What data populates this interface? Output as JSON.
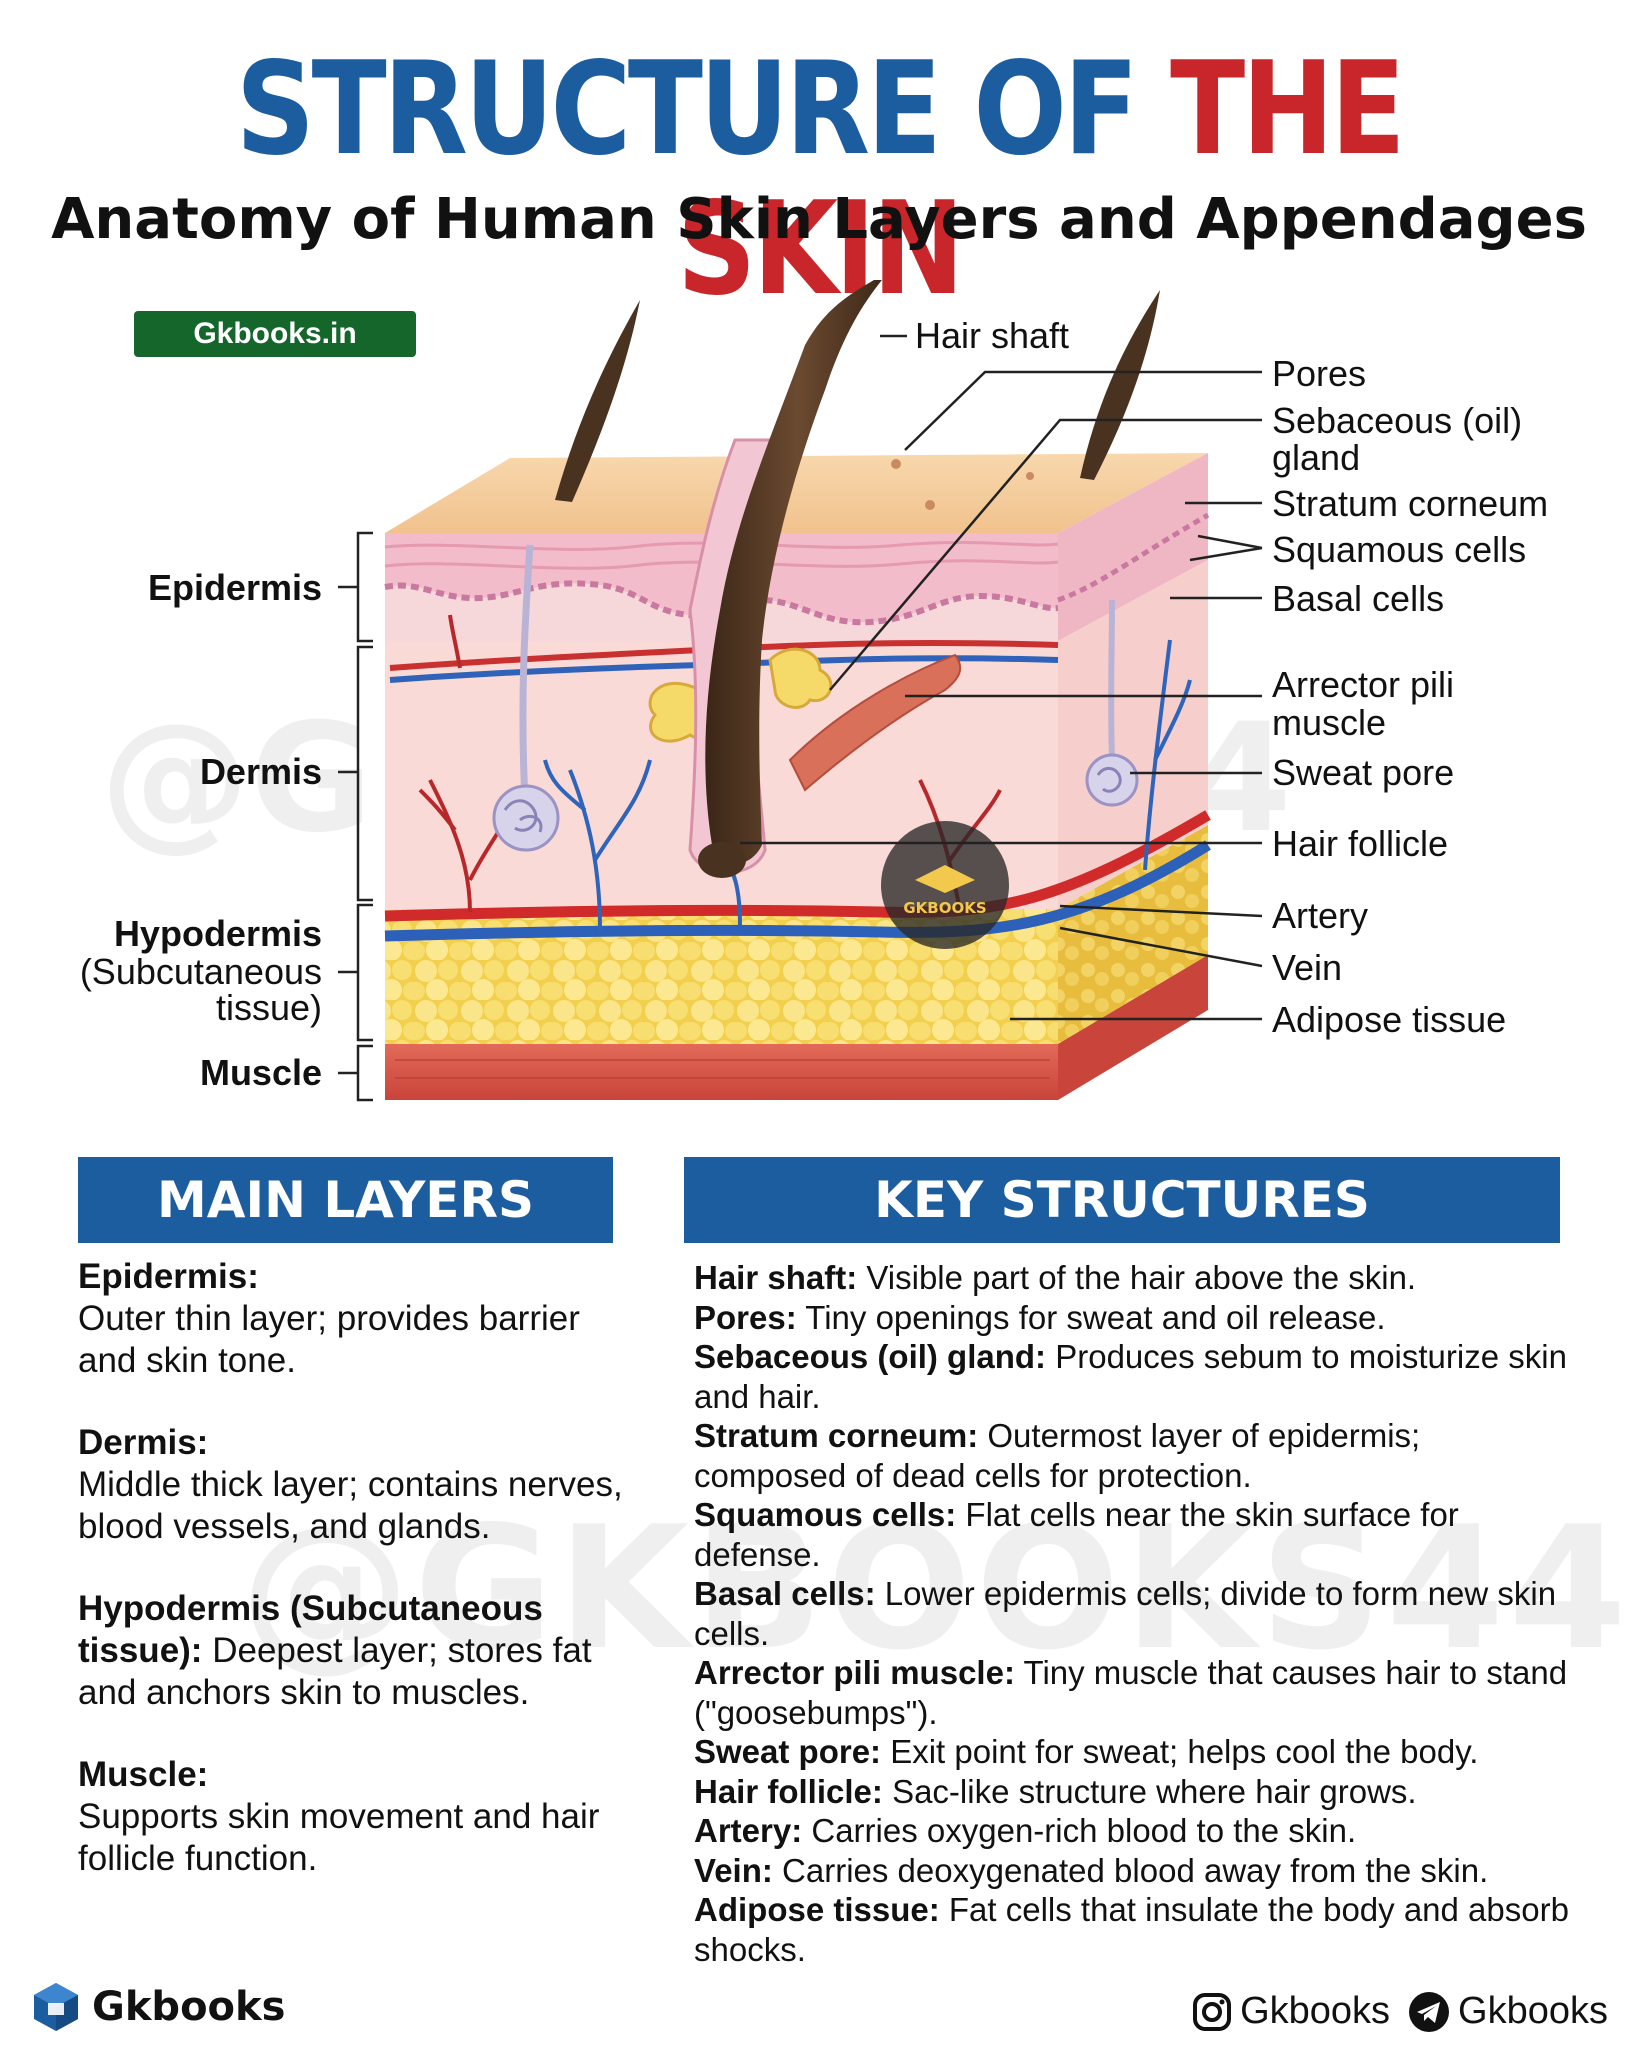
{
  "header": {
    "title_part1": "STRUCTURE OF",
    "title_part2": "THE SKIN",
    "subtitle": "Anatomy of Human Skin Layers and Appendages",
    "badge": "Gkbooks.in",
    "watermark": "@GKBOOKS44",
    "center_logo_text": "GKBOOKS"
  },
  "diagram": {
    "left_labels": {
      "epidermis": "Epidermis",
      "dermis": "Dermis",
      "hypodermis_line1": "Hypodermis",
      "hypodermis_line2": "(Subcutaneous",
      "hypodermis_line3": "tissue)",
      "muscle": "Muscle"
    },
    "right_labels": {
      "hair_shaft": "Hair shaft",
      "pores": "Pores",
      "sebaceous_line1": "Sebaceous (oil)",
      "sebaceous_line2": "gland",
      "stratum_corneum": "Stratum corneum",
      "squamous_cells": "Squamous cells",
      "basal_cells": "Basal cells",
      "arrector_line1": "Arrector pili",
      "arrector_line2": "muscle",
      "sweat_pore": "Sweat pore",
      "hair_follicle": "Hair follicle",
      "artery": "Artery",
      "vein": "Vein",
      "adipose_tissue": "Adipose tissue"
    },
    "colors": {
      "skin_surface": "#f6cfa1",
      "epidermis": "#f0b9c6",
      "dermis": "#f9d9d6",
      "adipose": "#f6dc6a",
      "muscle": "#d95345",
      "artery": "#d12a2a",
      "vein": "#2d60b8",
      "hair": "#4a3220"
    }
  },
  "main_layers": {
    "header": "MAIN LAYERS",
    "items": [
      {
        "name": "Epidermis:",
        "desc": "Outer thin layer; provides barrier and skin tone."
      },
      {
        "name": "Dermis:",
        "desc": "Middle thick layer; contains nerves, blood vessels, and glands."
      },
      {
        "name": "Hypodermis (Subcutaneous tissue):",
        "desc": "Deepest layer; stores fat and anchors skin to muscles."
      },
      {
        "name": "Muscle:",
        "desc": "Supports skin movement and hair follicle function."
      }
    ]
  },
  "key_structures": {
    "header": "KEY STRUCTURES",
    "items": [
      {
        "name": "Hair shaft:",
        "desc": "Visible part of the hair above the skin."
      },
      {
        "name": "Pores:",
        "desc": "Tiny openings for sweat and oil release."
      },
      {
        "name": "Sebaceous (oil) gland:",
        "desc": "Produces sebum to moisturize skin and hair."
      },
      {
        "name": "Stratum corneum:",
        "desc": "Outermost layer of epidermis; composed of dead cells for protection."
      },
      {
        "name": "Squamous cells:",
        "desc": "Flat cells near the skin surface for defense."
      },
      {
        "name": "Basal cells:",
        "desc": "Lower epidermis cells; divide to form new skin cells."
      },
      {
        "name": "Arrector pili muscle:",
        "desc": "Tiny muscle that causes hair to stand (\"goosebumps\")."
      },
      {
        "name": "Sweat pore:",
        "desc": "Exit point for sweat; helps cool the body."
      },
      {
        "name": "Hair follicle:",
        "desc": "Sac-like structure where hair grows."
      },
      {
        "name": "Artery:",
        "desc": "Carries oxygen-rich blood to the skin."
      },
      {
        "name": "Vein:",
        "desc": "Carries deoxygenated blood away from the skin."
      },
      {
        "name": "Adipose tissue:",
        "desc": "Fat cells that insulate the body and absorb shocks."
      }
    ]
  },
  "footer": {
    "brand": "Gkbooks",
    "instagram": "Gkbooks",
    "telegram": "Gkbooks"
  }
}
